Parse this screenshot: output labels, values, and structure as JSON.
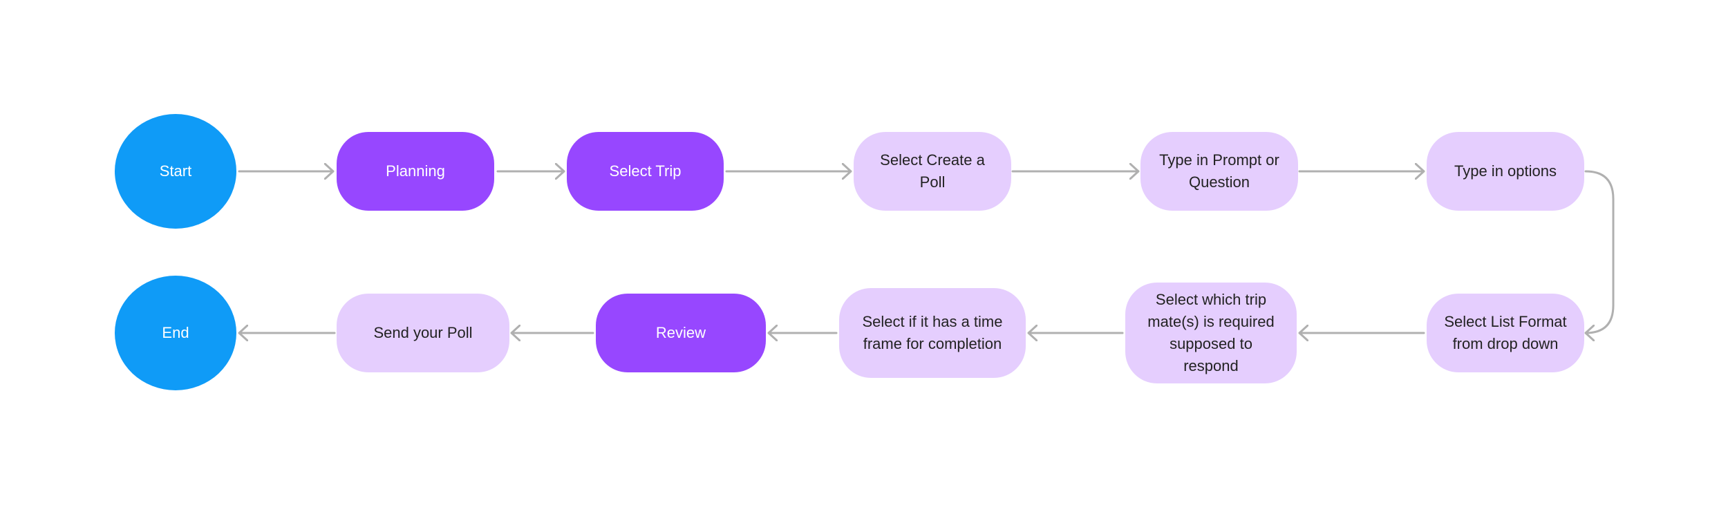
{
  "diagram": {
    "colors": {
      "terminal": "#0f9bf7",
      "primary_step": "#9747ff",
      "secondary_step": "#e5cefe",
      "connector": "#b0b0b0"
    },
    "nodes": {
      "start": "Start",
      "planning": "Planning",
      "select_trip": "Select Trip",
      "select_create_poll": "Select Create a Poll",
      "type_prompt": "Type in Prompt or Question",
      "type_options": "Type in options",
      "select_list_format": "Select List Format from drop down",
      "select_trip_mates": "Select which trip mate(s) is required supposed to respond",
      "select_time_frame": "Select if it has a time frame for completion",
      "review": "Review",
      "send_poll": "Send your Poll",
      "end": "End"
    }
  }
}
